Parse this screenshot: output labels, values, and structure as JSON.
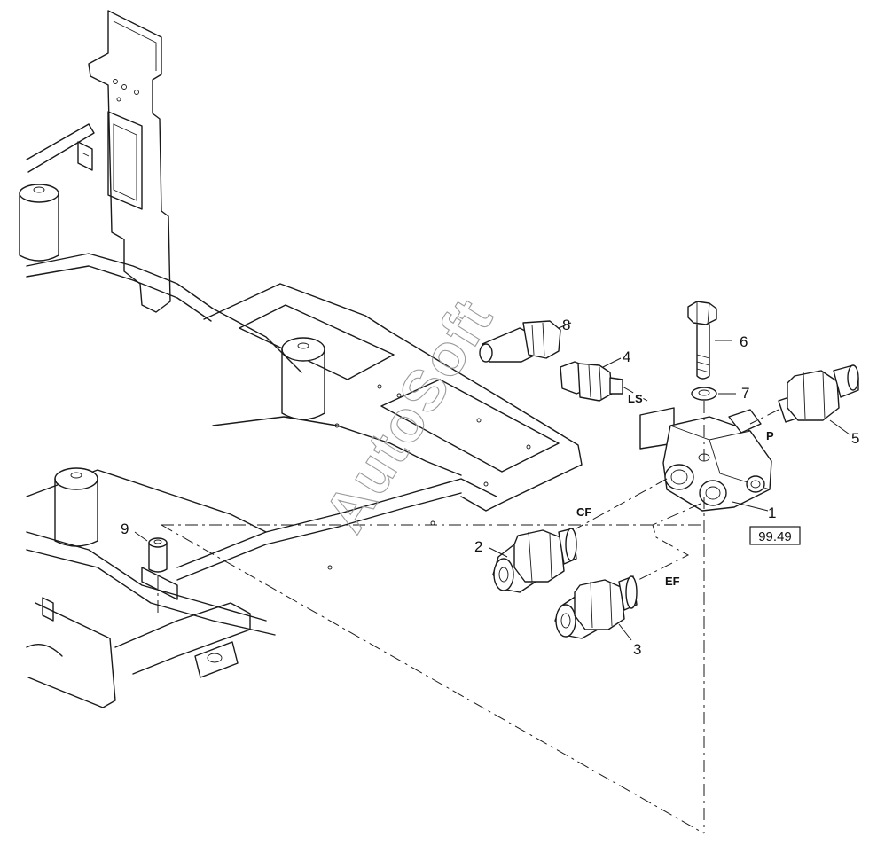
{
  "callouts": {
    "c1": "1",
    "c2": "2",
    "c3": "3",
    "c4": "4",
    "c5": "5",
    "c6": "6",
    "c7": "7",
    "c8": "8",
    "c9": "9"
  },
  "ports": {
    "ls": "LS",
    "p": "P",
    "cf": "CF",
    "ef": "EF"
  },
  "reference_box": "99.49",
  "watermark": "AutoSoft"
}
